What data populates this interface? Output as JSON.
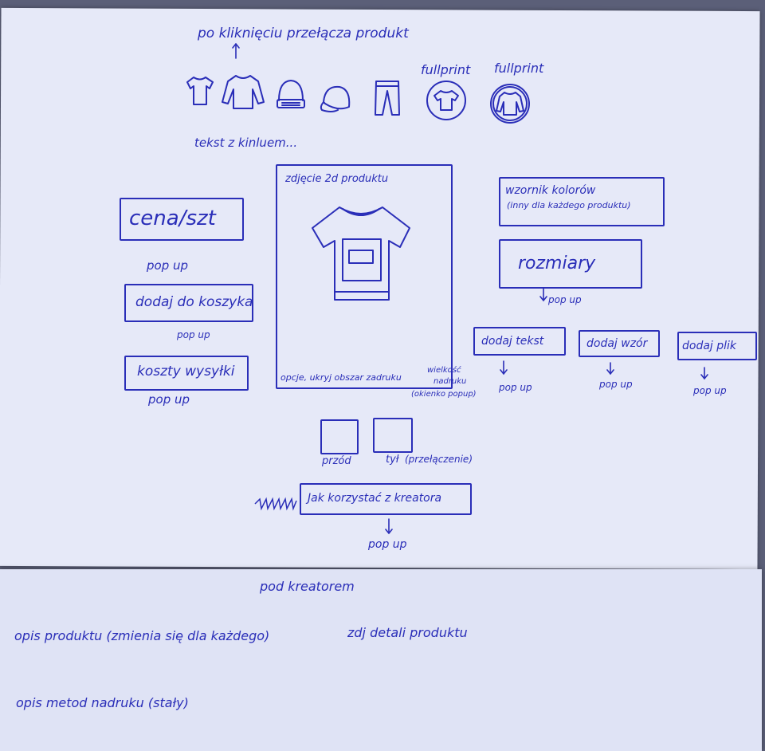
{
  "top_note": "po kliknięciu przełącza produkt",
  "text_colors_note": "tekst z kinluem...",
  "product_types": [
    {
      "icon": "tshirt-icon"
    },
    {
      "icon": "long-sleeve-icon"
    },
    {
      "icon": "beanie-icon"
    },
    {
      "icon": "cap-icon"
    },
    {
      "icon": "pants-icon"
    },
    {
      "icon": "fullprint-tshirt-icon",
      "label": "fullprint"
    },
    {
      "icon": "fullprint-longsleeve-icon",
      "label": "fullprint"
    }
  ],
  "left": {
    "price_label": "cena/szt",
    "popup_1": "pop up",
    "add_to_cart_label": "dodaj do koszyka",
    "popup_2": "pop up",
    "shipping_label": "koszty wysyłki",
    "popup_3": "pop up"
  },
  "center": {
    "preview_title": "zdjęcie 2d produktu",
    "caption_left": "opcje, ukryj obszar zadruku",
    "caption_right_line1": "wielkość",
    "caption_right_line2": "nadruku",
    "caption_right_line3": "(okienko popup)",
    "front_label": "przód",
    "back_label": "tył",
    "switch_note": "(przełączenie)",
    "howto_label": "Jak korzystać z kreatora",
    "howto_popup": "pop up"
  },
  "right": {
    "color_swatch_line1": "wzornik kolorów",
    "color_swatch_line2": "(inny dla każdego produktu)",
    "sizes_label": "rozmiary",
    "sizes_popup": "pop up",
    "add_text_label": "dodaj tekst",
    "add_pattern_label": "dodaj wzór",
    "add_file_label": "dodaj plik",
    "popup_text": "pop up",
    "popup_pattern": "pop up",
    "popup_file": "pop up"
  },
  "bottom": {
    "heading": "pod kreatorem",
    "description": "opis produktu (zmienia się dla każdego)",
    "detail_photos": "zdj detali produktu",
    "shipping_desc": "opis metod nadruku (stały)"
  },
  "colors": {
    "ink": "#2a2eb8",
    "paper": "#e6e9f8",
    "background": "#5b5f78"
  }
}
